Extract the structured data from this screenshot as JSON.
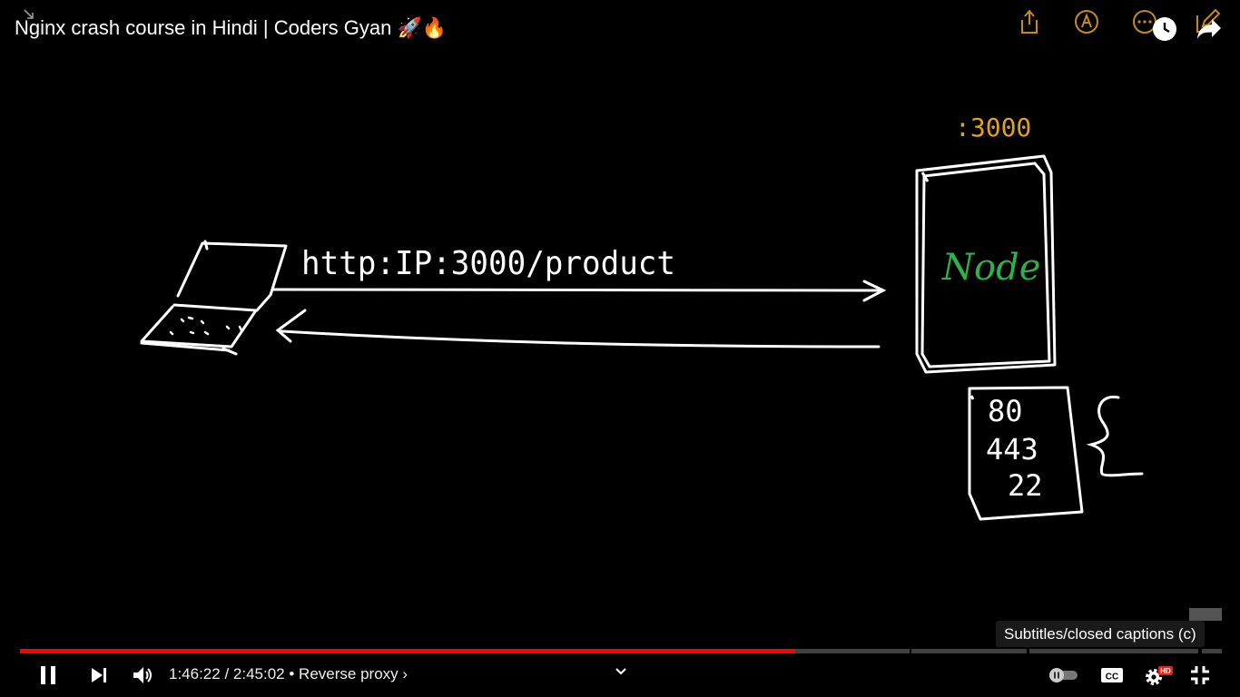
{
  "video": {
    "title": "Nginx crash course in Hindi | Coders Gyan 🚀🔥",
    "current_time": "1:46:22",
    "time_separator": " / ",
    "duration": "2:45:02",
    "chapter_separator": " • ",
    "chapter": "Reverse proxy",
    "chapter_chevron": "›",
    "progress_fraction": 0.645
  },
  "tooltip": {
    "text": "Subtitles/closed captions (c)"
  },
  "whiteboard": {
    "url_text": "http:IP:3000/product",
    "port_label": ":3000",
    "server_label": "Node",
    "ports": [
      "80",
      "443",
      "22"
    ]
  },
  "controls": {
    "hd_badge": "HD",
    "cc_label": "CC"
  },
  "colors": {
    "accent_red": "#ff0000",
    "port_orange": "#e0a020",
    "node_green": "#2db14a",
    "hd_red": "#e62117"
  }
}
